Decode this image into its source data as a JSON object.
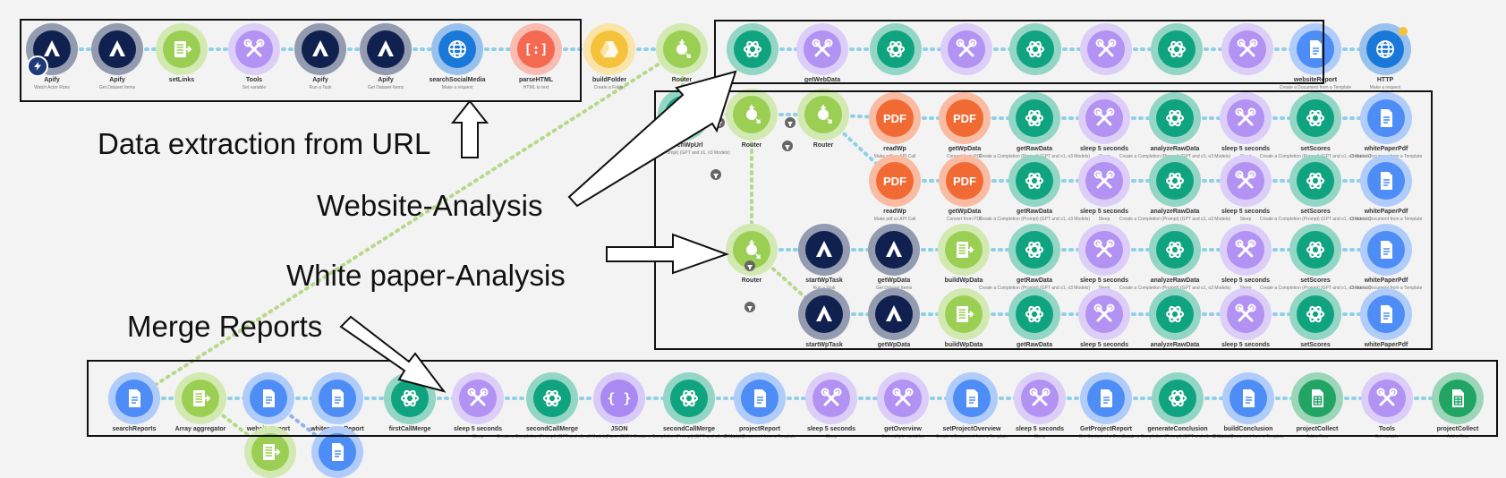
{
  "colors": {
    "apify": "#10214f",
    "green": "#9bcf53",
    "gpt": "#10a37f",
    "tools": "#b292f2",
    "docs": "#4e8df5",
    "http": "#1a78d8",
    "pdf": "#f26a33",
    "json": "#a98af2",
    "sheets": "#21a464",
    "drive": "#f5c33b",
    "parse": "#f4694f"
  },
  "annotations": {
    "data_extraction": "Data extraction from URL",
    "website_analysis": "Website-Analysis",
    "whitepaper_analysis": "White paper-Analysis",
    "merge_reports": "Merge Reports"
  },
  "nodes": [
    {
      "name": "apify-watch-actor-runs",
      "icon": "apify-icon",
      "label": "Apify",
      "sub": "Watch Actor Runs"
    },
    {
      "name": "apify-get-dataset-items",
      "icon": "apify-icon",
      "label": "Apify",
      "sub": "Get Dataset Items"
    },
    {
      "name": "set-links",
      "icon": "aggregator-icon",
      "label": "setLinks",
      "sub": ""
    },
    {
      "name": "tools-set-variable",
      "icon": "tools-icon",
      "label": "Tools",
      "sub": "Set variable"
    },
    {
      "name": "apify-run-a-task",
      "icon": "apify-icon",
      "label": "Apify",
      "sub": "Run a Task"
    },
    {
      "name": "apify-get-dataset-items-2",
      "icon": "apify-icon",
      "label": "Apify",
      "sub": "Get Dataset Items"
    },
    {
      "name": "search-social-media",
      "icon": "http-icon",
      "label": "searchSocialMedia",
      "sub": "Make a request"
    },
    {
      "name": "parse-html",
      "icon": "json-icon",
      "label": "parseHTML",
      "sub": "HTML to text"
    },
    {
      "name": "build-folder",
      "icon": "drive-icon",
      "label": "buildFolder",
      "sub": "Create a Folder"
    },
    {
      "name": "router-top",
      "icon": "router-icon",
      "label": "Router",
      "sub": ""
    },
    {
      "name": "website-gpt-1",
      "icon": "openai-icon",
      "label": "",
      "sub": ""
    },
    {
      "name": "get-web-data",
      "icon": "tools-icon",
      "label": "getWebData",
      "sub": ""
    },
    {
      "name": "website-gpt-2",
      "icon": "openai-icon",
      "label": "",
      "sub": ""
    },
    {
      "name": "website-tools-2",
      "icon": "tools-icon",
      "label": "",
      "sub": ""
    },
    {
      "name": "website-gpt-3",
      "icon": "openai-icon",
      "label": "",
      "sub": ""
    },
    {
      "name": "website-tools-3",
      "icon": "tools-icon",
      "label": "",
      "sub": ""
    },
    {
      "name": "website-gpt-4",
      "icon": "openai-icon",
      "label": "",
      "sub": ""
    },
    {
      "name": "website-tools-4",
      "icon": "tools-icon",
      "label": "",
      "sub": ""
    },
    {
      "name": "website-report",
      "icon": "docs-icon",
      "label": "websiteReport",
      "sub": "Create a Document from a Template"
    },
    {
      "name": "http-final",
      "icon": "http-icon",
      "label": "HTTP",
      "sub": "Make a request"
    },
    {
      "name": "search-wp-url",
      "icon": "openai-icon",
      "label": "searchWpUrl",
      "sub": "Completion (Prompt) (GPT and o1, o3 Models)"
    },
    {
      "name": "router-a",
      "icon": "router-icon",
      "label": "Router",
      "sub": ""
    },
    {
      "name": "router-b",
      "icon": "router-icon",
      "label": "Router",
      "sub": ""
    },
    {
      "name": "read-wp-1",
      "icon": "pdf-icon",
      "label": "readWp",
      "sub": "Make pdf.co API Call"
    },
    {
      "name": "get-wp-data-1",
      "icon": "pdf-icon",
      "label": "getWpData",
      "sub": "Convert from PDF"
    },
    {
      "name": "get-raw-data-1",
      "icon": "openai-icon",
      "label": "getRawData",
      "sub": "Create a Completion (Prompt) (GPT and o1, o3 Models)"
    },
    {
      "name": "sleep-1",
      "icon": "tools-icon",
      "label": "sleep 5 seconds",
      "sub": "Sleep"
    },
    {
      "name": "analyze-raw-data-1",
      "icon": "openai-icon",
      "label": "analyzeRawData",
      "sub": "Create a Completion (Prompt) (GPT and o1, o3 Models)"
    },
    {
      "name": "sleep-1b",
      "icon": "tools-icon",
      "label": "sleep 5 seconds",
      "sub": "Sleep"
    },
    {
      "name": "set-scores-1",
      "icon": "openai-icon",
      "label": "setScores",
      "sub": "Create a Completion (Prompt) (GPT and o1, o3 Models)"
    },
    {
      "name": "white-paper-pdf-1",
      "icon": "docs-icon",
      "label": "whitePaperPdf",
      "sub": "Create a Document from a Template"
    },
    {
      "name": "read-wp-2",
      "icon": "pdf-icon",
      "label": "readWp",
      "sub": "Make pdf.co API Call"
    },
    {
      "name": "get-wp-data-2",
      "icon": "pdf-icon",
      "label": "getWpData",
      "sub": "Convert from PDF"
    },
    {
      "name": "get-raw-data-2",
      "icon": "openai-icon",
      "label": "getRawData",
      "sub": "Create a Completion (Prompt) (GPT and o1, o3 Models)"
    },
    {
      "name": "sleep-2",
      "icon": "tools-icon",
      "label": "sleep 5 seconds",
      "sub": "Sleep"
    },
    {
      "name": "analyze-raw-data-2",
      "icon": "openai-icon",
      "label": "analyzeRawData",
      "sub": "Create a Completion (Prompt) (GPT and o1, o3 Models)"
    },
    {
      "name": "sleep-2b",
      "icon": "tools-icon",
      "label": "sleep 5 seconds",
      "sub": "Sleep"
    },
    {
      "name": "set-scores-2",
      "icon": "openai-icon",
      "label": "setScores",
      "sub": "Create a Completion (Prompt) (GPT and o1, o3 Models)"
    },
    {
      "name": "white-paper-pdf-2",
      "icon": "docs-icon",
      "label": "whitePaperPdf",
      "sub": "Create a Document from a Template"
    },
    {
      "name": "router-c",
      "icon": "router-icon",
      "label": "Router",
      "sub": ""
    },
    {
      "name": "start-wp-task-1",
      "icon": "apify-icon",
      "label": "startWpTask",
      "sub": "Run a Task"
    },
    {
      "name": "get-wp-data-3",
      "icon": "apify-icon",
      "label": "getWpData",
      "sub": "Get Dataset Items"
    },
    {
      "name": "build-wp-data-1",
      "icon": "aggregator-icon",
      "label": "buildWpData",
      "sub": ""
    },
    {
      "name": "get-raw-data-3",
      "icon": "openai-icon",
      "label": "getRawData",
      "sub": "Create a Completion (Prompt) (GPT and o1, o3 Models)"
    },
    {
      "name": "sleep-3",
      "icon": "tools-icon",
      "label": "sleep 5 seconds",
      "sub": "Sleep"
    },
    {
      "name": "analyze-raw-data-3",
      "icon": "openai-icon",
      "label": "analyzeRawData",
      "sub": "Create a Completion (Prompt) (GPT and o1, o3 Models)"
    },
    {
      "name": "sleep-3b",
      "icon": "tools-icon",
      "label": "sleep 5 seconds",
      "sub": "Sleep"
    },
    {
      "name": "set-scores-3",
      "icon": "openai-icon",
      "label": "setScores",
      "sub": "Create a Completion (Prompt) (GPT and o1, o3 Models)"
    },
    {
      "name": "white-paper-pdf-3",
      "icon": "docs-icon",
      "label": "whitePaperPdf",
      "sub": "Create a Document from a Template"
    },
    {
      "name": "start-wp-task-2",
      "icon": "apify-icon",
      "label": "startWpTask",
      "sub": ""
    },
    {
      "name": "get-wp-data-4",
      "icon": "apify-icon",
      "label": "getWpData",
      "sub": ""
    },
    {
      "name": "build-wp-data-2",
      "icon": "aggregator-icon",
      "label": "buildWpData",
      "sub": ""
    },
    {
      "name": "get-raw-data-4",
      "icon": "openai-icon",
      "label": "getRawData",
      "sub": ""
    },
    {
      "name": "sleep-4",
      "icon": "tools-icon",
      "label": "sleep 5 seconds",
      "sub": ""
    },
    {
      "name": "analyze-raw-data-4",
      "icon": "openai-icon",
      "label": "analyzeRawData",
      "sub": ""
    },
    {
      "name": "sleep-4b",
      "icon": "tools-icon",
      "label": "sleep 5 seconds",
      "sub": ""
    },
    {
      "name": "set-scores-4",
      "icon": "openai-icon",
      "label": "setScores",
      "sub": ""
    },
    {
      "name": "white-paper-pdf-4",
      "icon": "docs-icon",
      "label": "whitePaperPdf",
      "sub": ""
    },
    {
      "name": "search-reports",
      "icon": "docs-icon",
      "label": "searchReports",
      "sub": ""
    },
    {
      "name": "array-aggregator",
      "icon": "aggregator-icon",
      "label": "Array aggregator",
      "sub": ""
    },
    {
      "name": "website-report-merge",
      "icon": "docs-icon",
      "label": "websiteReport",
      "sub": ""
    },
    {
      "name": "whitepaper-report",
      "icon": "docs-icon",
      "label": "whitepaperReport",
      "sub": ""
    },
    {
      "name": "first-call-merge",
      "icon": "openai-icon",
      "label": "firstCallMerge",
      "sub": ""
    },
    {
      "name": "sleep-merge-1",
      "icon": "tools-icon",
      "label": "sleep 5 seconds",
      "sub": "Sleep"
    },
    {
      "name": "second-call-merge",
      "icon": "openai-icon",
      "label": "secondCallMerge",
      "sub": "Create a Completion (Prompt) (GPT and o1, o3 Models)"
    },
    {
      "name": "json-parse",
      "icon": "json-icon",
      "label": "JSON",
      "sub": "Parse JSON"
    },
    {
      "name": "second-call-merge-2",
      "icon": "openai-icon",
      "label": "secondCallMerge",
      "sub": "Create a Completion (Prompt) (GPT and o1, o3 Models)"
    },
    {
      "name": "project-report",
      "icon": "docs-icon",
      "label": "projectReport",
      "sub": "Create a Document from a Template"
    },
    {
      "name": "sleep-merge-2",
      "icon": "tools-icon",
      "label": "sleep 5 seconds",
      "sub": "Sleep"
    },
    {
      "name": "get-overview",
      "icon": "tools-icon",
      "label": "getOverview",
      "sub": "Get multiple variables"
    },
    {
      "name": "set-project-overview",
      "icon": "docs-icon",
      "label": "setProjectOverview",
      "sub": "Create a Document from a Template"
    },
    {
      "name": "sleep-merge-3",
      "icon": "tools-icon",
      "label": "sleep 5 seconds",
      "sub": "Sleep"
    },
    {
      "name": "get-project-report",
      "icon": "docs-icon",
      "label": "GetProjectReport",
      "sub": "Get Content of a Document"
    },
    {
      "name": "generate-conclusion",
      "icon": "openai-icon",
      "label": "generateConclusion",
      "sub": "Create a Completion (Prompt) (GPT and o1, o3 Models)"
    },
    {
      "name": "build-conclusion",
      "icon": "docs-icon",
      "label": "buildConclusion",
      "sub": "Create a Document from a Template"
    },
    {
      "name": "project-collect-1",
      "icon": "sheets-icon",
      "label": "projectCollect",
      "sub": "Add a Row"
    },
    {
      "name": "tools-final",
      "icon": "tools-icon",
      "label": "Tools",
      "sub": "Set variable"
    },
    {
      "name": "project-collect-2",
      "icon": "sheets-icon",
      "label": "projectCollect",
      "sub": "Add a Row"
    },
    {
      "name": "partial-node-1",
      "icon": "aggregator-icon",
      "label": "",
      "sub": ""
    },
    {
      "name": "partial-node-2",
      "icon": "docs-icon",
      "label": "",
      "sub": ""
    }
  ]
}
